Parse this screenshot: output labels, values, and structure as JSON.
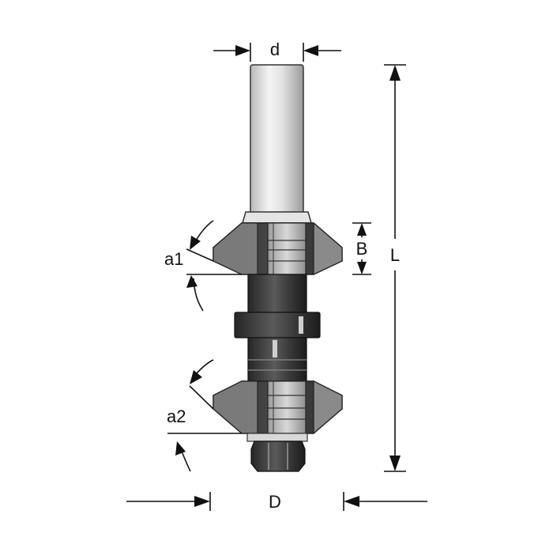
{
  "labels": {
    "shank_diameter": "d",
    "cutter_height": "B",
    "total_length": "L",
    "angle_upper": "a1",
    "angle_lower": "a2",
    "cutting_diameter": "D"
  }
}
